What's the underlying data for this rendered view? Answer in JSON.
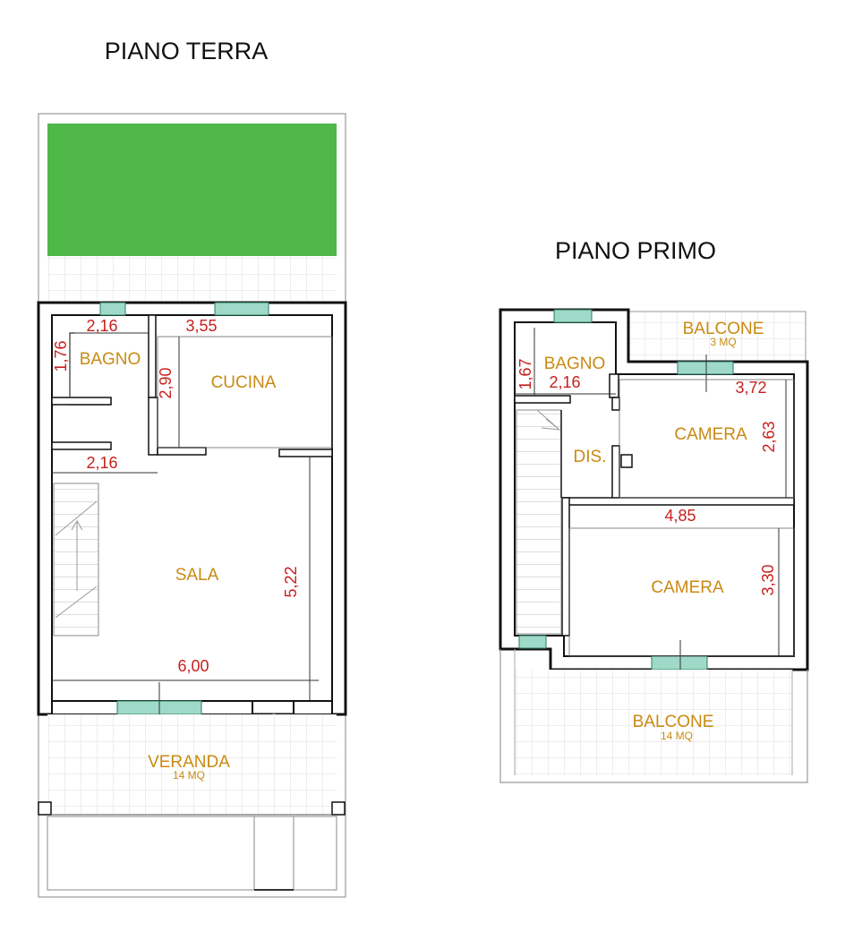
{
  "floors": {
    "ground": {
      "title": "PIANO TERRA",
      "rooms": {
        "bagno": "BAGNO",
        "cucina": "CUCINA",
        "sala": "SALA",
        "veranda": "VERANDA",
        "veranda_area": "14 MQ"
      },
      "dimensions": {
        "bagno_width": "2,16",
        "bagno_height": "1,76",
        "cucina_width": "3,55",
        "cucina_height": "2,90",
        "stair_width": "2,16",
        "sala_height": "5,22",
        "sala_width": "6,00"
      }
    },
    "first": {
      "title": "PIANO PRIMO",
      "rooms": {
        "balcone_top": "BALCONE",
        "balcone_top_area": "3 MQ",
        "bagno": "BAGNO",
        "dis": "DIS.",
        "camera_1": "CAMERA",
        "camera_2": "CAMERA",
        "balcone_bottom": "BALCONE",
        "balcone_bottom_area": "14 MQ"
      },
      "dimensions": {
        "bagno_height": "1,67",
        "bagno_width": "2,16",
        "camera1_width": "3,72",
        "camera1_height": "2,63",
        "camera2_width": "4,85",
        "camera2_height": "3,30"
      }
    }
  },
  "colors": {
    "garden": "#4fb848",
    "window": "#9fd9c8",
    "room_label": "#c98a12",
    "dimension": "#c8201e",
    "tile_grid": "#dcdcdc"
  }
}
